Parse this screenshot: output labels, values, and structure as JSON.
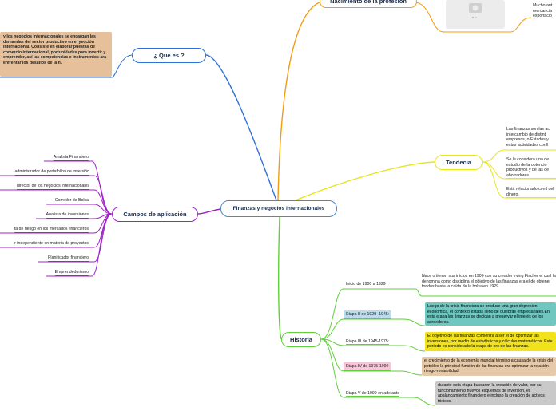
{
  "central": "Finanzas y negocios internacionales",
  "que_es": {
    "title": "¿ Que es ?",
    "text": "y los negocios internacionales se encargan las demandas del sector productivo en el yección internacional. Consiste en elaborar puestas de comercio internacional, portunidades para invertir y emprender, así las competencias e instrumentos ara enfrentar los desafíos de la n."
  },
  "nacimiento": {
    "title": "Nacimiento de la profesión",
    "text": "Mucho ant mercancia exportacio",
    "image_icon": "camera-icon"
  },
  "campos": {
    "title": "Campos de aplicación",
    "items": [
      "Analista Financiero",
      "administrador de portafolios de inversión",
      "director de los negocios internacionales",
      "Corredor de Bolsa",
      "Analista de inversiones",
      "ta de riesgo en los mercados financieros",
      "r independiente en materia de proyectos",
      "Planificador financiero",
      "Emprendedurismo"
    ]
  },
  "tendencia": {
    "title": "Tendecia",
    "items": [
      "Las finanzas son las ac intercambio de distint empresas, o Estados y estas actividades conll",
      "Se le considera una de estudio de la obtenció productivos y de las de ahorradores.",
      "Está relacionado con l del dinero."
    ]
  },
  "historia": {
    "title": "Historia",
    "stages": [
      {
        "label": "Inicio de 1900 a 1929",
        "text": "Nace o tienen sus inicios en 1900 con su creador Irving Fischer el cual la denomina como disciplina el objetivo de las finanzas era el de obtener fondos hasta la caída de la bolsa en 1929..",
        "color": "#ffffff"
      },
      {
        "label": "Etapa II de 1929 -1945:",
        "text": "Luego de la crisis financiera se produce una gran depresión económica, el contexto estaba lleno de quiebras empresariales.En esta etapa las finanzas se dedican a preservar el interés de los acreedores.",
        "color": "#6fc7c0"
      },
      {
        "label": "Etapa III de 1945-1975:",
        "text": "El objetivo de las finanzas comienza a ser el de optimizar las inversiones, por medio de estadísticos y cálculos matemáticos. Este periodo es considerado la etapa de oro de las finanzas.",
        "color": "#f2e21b"
      },
      {
        "label": "Etapa IV de 1975-1990",
        "text": "el crecimiento de la economía mundial término a causa de la crisis del petróleo la principal función de las finanzas era optimizar la relación riesgo-rentabilidad.",
        "color": "#e6c9a8"
      },
      {
        "label": "Etapa V de 1990 en adelante",
        "text": "durante esta etapa buscaron la creación de valor, por su funcionamiento nuevos esquemas de inversión, el apalancamiento financiero e incluso la creación de activos tóxicos.",
        "color": "#c9c9c9"
      }
    ],
    "label_colors": [
      "#ffffff",
      "#b9dcef",
      "#ffffff",
      "#f6c6d8",
      "#ffffff"
    ]
  },
  "colors": {
    "que_es": "#2f6fd8",
    "nacimiento": "#f39c12",
    "campos": "#a020c8",
    "tendencia": "#e6e620",
    "historia": "#5fd03a",
    "central_border": "#4f86c6"
  }
}
